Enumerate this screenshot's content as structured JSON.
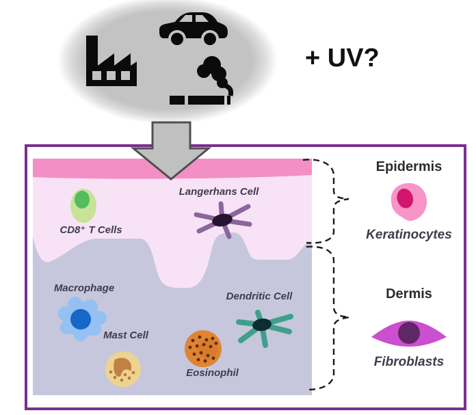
{
  "exposure": {
    "uv_label": "+ UV?",
    "icon_names": [
      "factory-icon",
      "car-icon",
      "cigarette-smoke-icon",
      "down-arrow-icon"
    ]
  },
  "skin_diagram": {
    "cell_labels": {
      "cd8_t_cells": "CD8⁺ T Cells",
      "langerhans": "Langerhans Cell",
      "macrophage": "Macrophage",
      "mast_cell": "Mast Cell",
      "eosinophil": "Eosinophil",
      "dendritic_cell": "Dendritic Cell"
    },
    "layers": {
      "epidermis_title": "Epidermis",
      "epidermis_cell": "Keratinocytes",
      "dermis_title": "Dermis",
      "dermis_cell": "Fibroblasts"
    }
  },
  "colors": {
    "box_border": "#7b2f8e",
    "bubble_gray": "#c3c3c3",
    "arrow_fill": "#c0c0c0",
    "arrow_stroke": "#4f4f4f",
    "icon_black": "#0b0b0b",
    "stratum_corneum": "#f48fc6",
    "epidermis_bg": "#f8e3f6",
    "dermis_bg": "#c6c7dc",
    "cd8_body": "#c6e398",
    "cd8_nucleus": "#55bc5b",
    "langerhans_body": "#8b659b",
    "langerhans_nucleus": "#241430",
    "macrophage_body": "#93c1f1",
    "macrophage_nucleus": "#1766c9",
    "mast_body": "#edd390",
    "mast_nucleus": "#c28045",
    "mast_dots": "#b5783c",
    "eosinophil_body": "#e08433",
    "eosinophil_dots": "#5f2c0d",
    "dendritic_body": "#3ea08c",
    "dendritic_nucleus": "#0e2d30",
    "keratinocyte_body": "#f795c7",
    "keratinocyte_nucleus": "#d3156e",
    "fibroblast_body": "#cb4fcf",
    "fibroblast_nucleus": "#5f2766",
    "bracket": "#1a1a1a"
  }
}
